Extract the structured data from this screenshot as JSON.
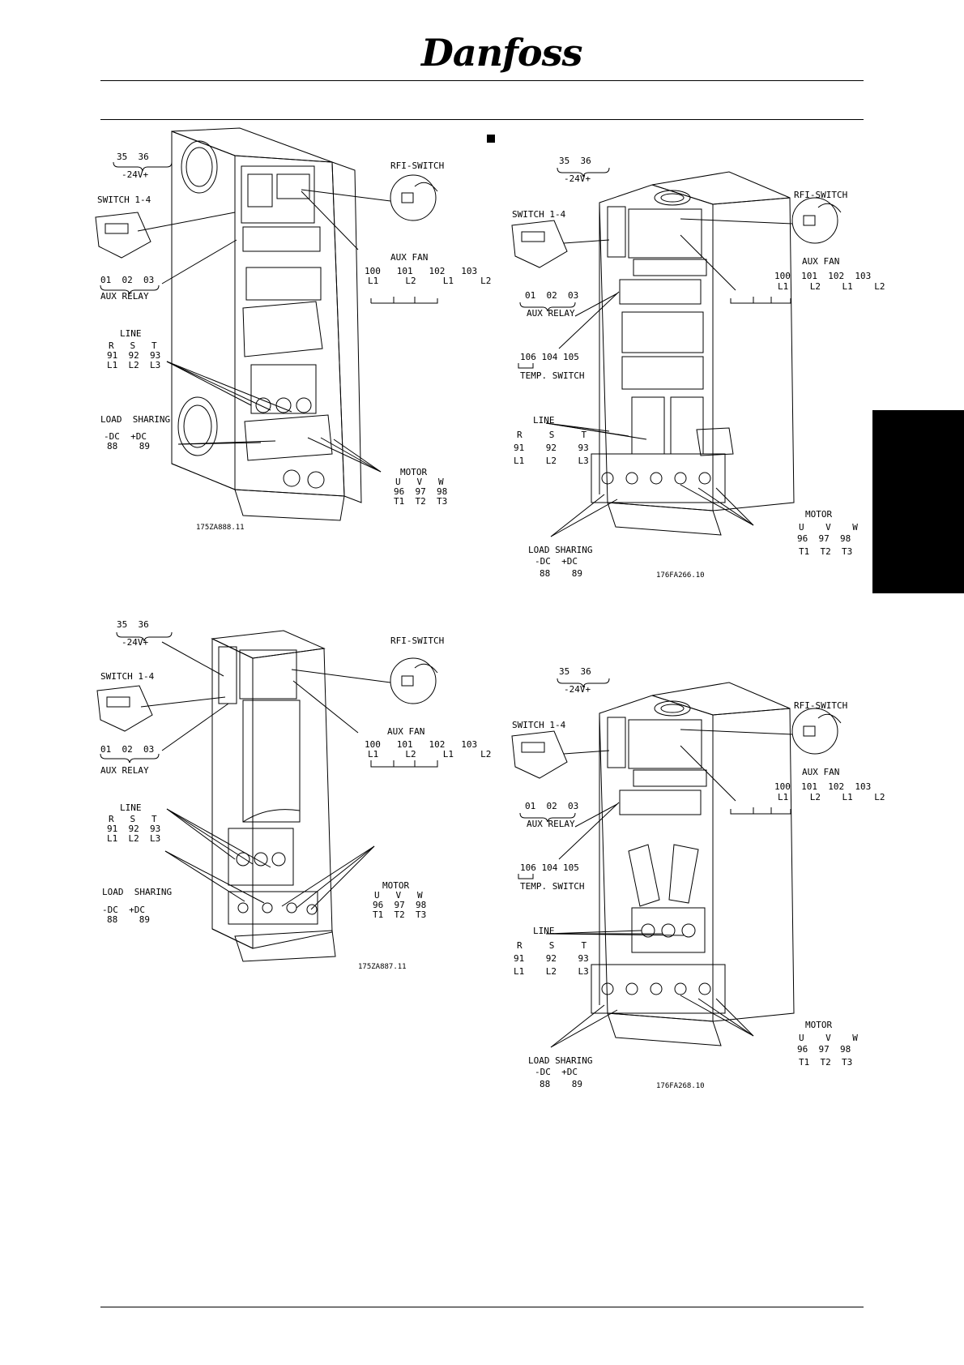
{
  "brand": "Danfoss",
  "diagrams": [
    {
      "figure_id": "175ZA888.11",
      "labels": {
        "cap_terminals": "35  36",
        "cap_voltage": "-24V+",
        "switch": "SWITCH 1-4",
        "aux_relay_nums": "01  02  03",
        "aux_relay": "AUX RELAY",
        "rfi": "RFI-SWITCH",
        "aux_fan": "AUX FAN",
        "fan_nums": "100   101   102   103",
        "fan_lines": "L1     L2     L1     L2",
        "line": "LINE",
        "line_rst": "R   S   T",
        "line_nums": "91  92  93",
        "line_l": "L1  L2  L3",
        "load": "LOAD  SHARING",
        "load_dc": "-DC  +DC",
        "load_nums": "88    89",
        "motor": "MOTOR",
        "motor_uvw": "U   V   W",
        "motor_nums": "96  97  98",
        "motor_t": "T1  T2  T3"
      }
    },
    {
      "figure_id": "176FA266.10",
      "labels": {
        "cap_terminals": "35  36",
        "cap_voltage": "-24V+",
        "switch": "SWITCH 1-4",
        "aux_relay_nums": "01  02  03",
        "aux_relay": "AUX RELAY",
        "temp_nums": "106 104 105",
        "temp": "TEMP. SWITCH",
        "rfi": "RFI-SWITCH",
        "aux_fan": "AUX FAN",
        "fan_nums": "100  101  102  103",
        "fan_lines": "L1    L2    L1    L2",
        "line": "LINE",
        "line_rst": "R     S     T",
        "line_nums": "91    92    93",
        "line_l": "L1    L2    L3",
        "load": "LOAD SHARING",
        "load_dc": "-DC  +DC",
        "load_nums": "88    89",
        "motor": "MOTOR",
        "motor_uvw": "U    V    W",
        "motor_nums": "96  97  98",
        "motor_t": "T1  T2  T3"
      }
    },
    {
      "figure_id": "175ZA887.11",
      "labels": {
        "cap_terminals": "35  36",
        "cap_voltage": "-24V+",
        "switch": "SWITCH 1-4",
        "aux_relay_nums": "01  02  03",
        "aux_relay": "AUX RELAY",
        "rfi": "RFI-SWITCH",
        "aux_fan": "AUX FAN",
        "fan_nums": "100   101   102   103",
        "fan_lines": "L1     L2     L1     L2",
        "line": "LINE",
        "line_rst": "R   S   T",
        "line_nums": "91  92  93",
        "line_l": "L1  L2  L3",
        "load": "LOAD  SHARING",
        "load_dc": "-DC  +DC",
        "load_nums": "88    89",
        "motor": "MOTOR",
        "motor_uvw": "U   V   W",
        "motor_nums": "96  97  98",
        "motor_t": "T1  T2  T3"
      }
    },
    {
      "figure_id": "176FA268.10",
      "labels": {
        "cap_terminals": "35  36",
        "cap_voltage": "-24V+",
        "switch": "SWITCH 1-4",
        "aux_relay_nums": "01  02  03",
        "aux_relay": "AUX RELAY",
        "temp_nums": "106 104 105",
        "temp": "TEMP. SWITCH",
        "rfi": "RFI-SWITCH",
        "aux_fan": "AUX FAN",
        "fan_nums": "100  101  102  103",
        "fan_lines": "L1    L2    L1    L2",
        "line": "LINE",
        "line_rst": "R     S     T",
        "line_nums": "91    92    93",
        "line_l": "L1    L2    L3",
        "load": "LOAD SHARING",
        "load_dc": "-DC  +DC",
        "load_nums": "88    89",
        "motor": "MOTOR",
        "motor_uvw": "U    V    W",
        "motor_nums": "96  97  98",
        "motor_t": "T1  T2  T3"
      }
    }
  ]
}
